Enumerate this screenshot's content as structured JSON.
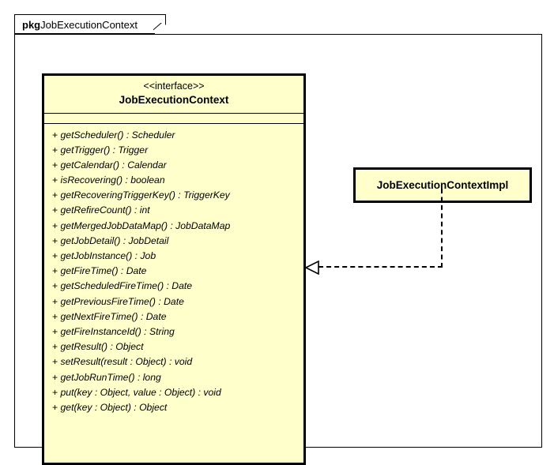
{
  "diagram": {
    "type": "uml-class-diagram",
    "background_color": "#FFFFFF",
    "class_fill_color": "#FFFFCC",
    "border_color": "#000000"
  },
  "package": {
    "keyword": "pkg",
    "name": "JobExecutionContext"
  },
  "interface_class": {
    "stereotype": "<<interface>>",
    "name": "JobExecutionContext",
    "attributes": [],
    "methods": [
      {
        "visibility": "+",
        "signature": "getScheduler() : Scheduler"
      },
      {
        "visibility": "+",
        "signature": "getTrigger() : Trigger"
      },
      {
        "visibility": "+",
        "signature": "getCalendar() : Calendar"
      },
      {
        "visibility": "+",
        "signature": "isRecovering() : boolean"
      },
      {
        "visibility": "+",
        "signature": "getRecoveringTriggerKey() : TriggerKey"
      },
      {
        "visibility": "+",
        "signature": "getRefireCount() : int"
      },
      {
        "visibility": "+",
        "signature": "getMergedJobDataMap() : JobDataMap"
      },
      {
        "visibility": "+",
        "signature": "getJobDetail() : JobDetail"
      },
      {
        "visibility": "+",
        "signature": "getJobInstance() : Job"
      },
      {
        "visibility": "+",
        "signature": "getFireTime() : Date"
      },
      {
        "visibility": "+",
        "signature": "getScheduledFireTime() : Date"
      },
      {
        "visibility": "+",
        "signature": "getPreviousFireTime() : Date"
      },
      {
        "visibility": "+",
        "signature": "getNextFireTime() : Date"
      },
      {
        "visibility": "+",
        "signature": "getFireInstanceId() : String"
      },
      {
        "visibility": "+",
        "signature": "getResult() : Object"
      },
      {
        "visibility": "+",
        "signature": "setResult(result : Object) : void"
      },
      {
        "visibility": "+",
        "signature": "getJobRunTime() : long"
      },
      {
        "visibility": "+",
        "signature": "put(key : Object, value : Object) : void"
      },
      {
        "visibility": "+",
        "signature": "get(key : Object) : Object"
      }
    ]
  },
  "impl_class": {
    "name": "JobExecutionContextImpl"
  },
  "relationship": {
    "kind": "realization",
    "from": "JobExecutionContextImpl",
    "to": "JobExecutionContext",
    "line_style": "dashed",
    "arrowhead": "hollow-triangle"
  }
}
